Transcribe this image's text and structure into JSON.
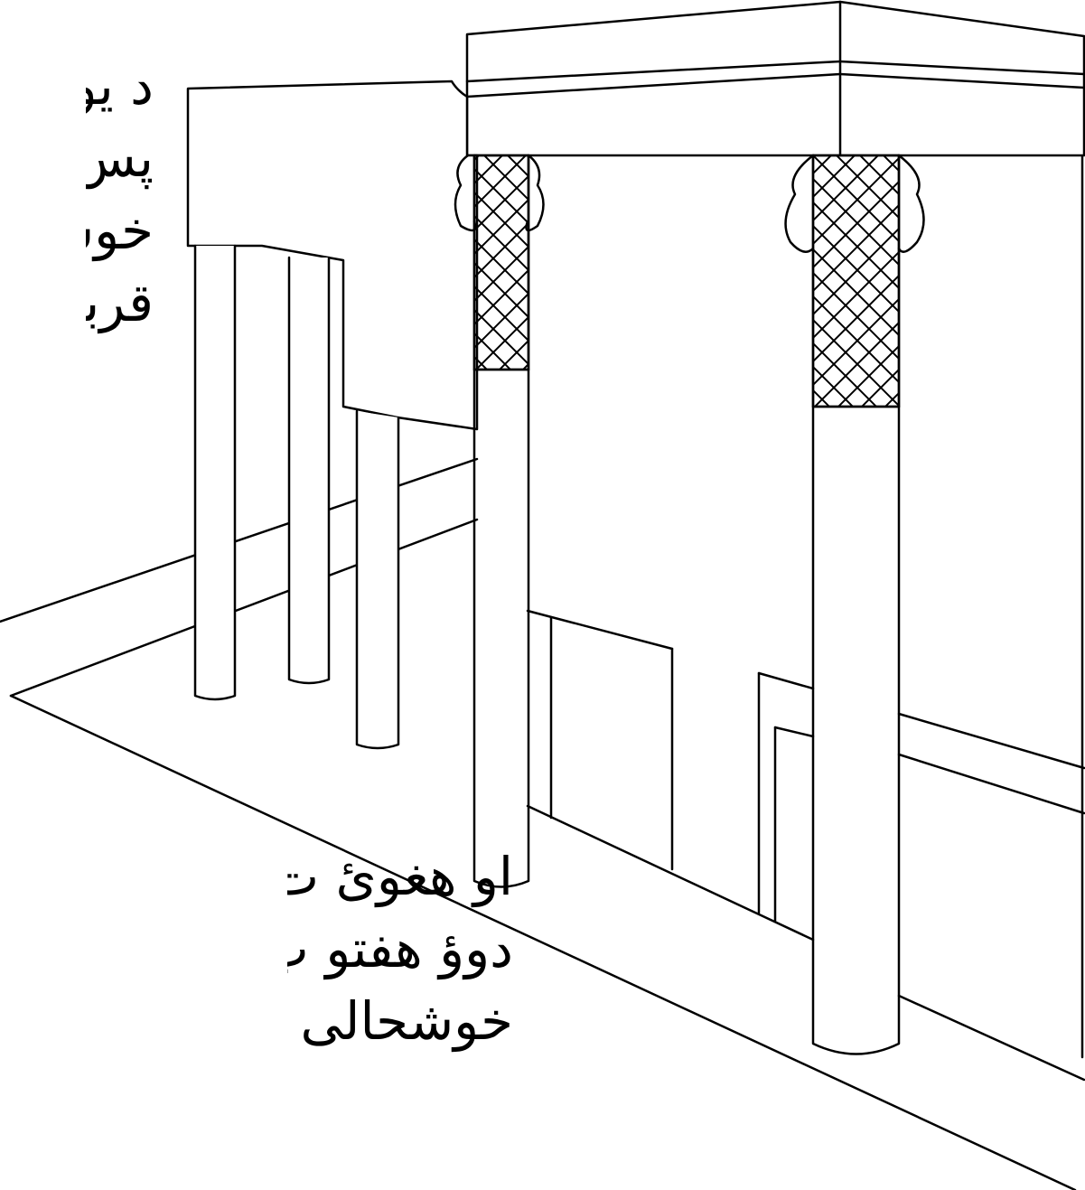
{
  "text_top": {
    "lines": [
      "د يو",
      "پس،",
      "خوش",
      "قربان"
    ]
  },
  "text_bottom": {
    "lines": [
      "او هغوئ ت",
      "دوؤ هفتو پ",
      "خوشحالی"
    ]
  },
  "colors": {
    "ink": "#000000",
    "background": "#ffffff"
  }
}
